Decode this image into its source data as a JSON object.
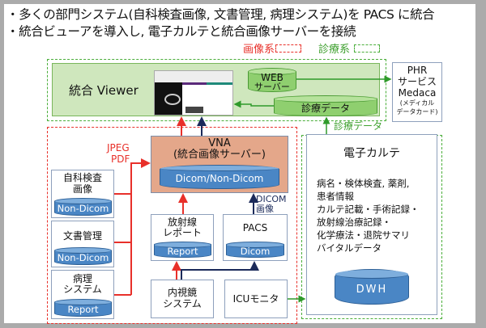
{
  "bullets": [
    "・多くの部門システム(自科検査画像, 文書管理, 病理システム)を PACS に統合",
    "・統合ビューアを導入し, 電子カルテと統合画像サーバーを接続"
  ],
  "legend": {
    "image_system": "画像系",
    "clinical_system": "診療系",
    "image_color": "#e8302a",
    "clinical_color": "#4aae3a"
  },
  "viewer": {
    "title": "統合 Viewer",
    "web_server": [
      "WEB",
      "サーバー"
    ],
    "clinical_data": "診療データ"
  },
  "phr": {
    "lines": [
      "PHR",
      "サービス",
      "Medaca"
    ],
    "sub": [
      "(メディカル",
      "データカード)"
    ]
  },
  "flow_labels": {
    "jpeg_pdf": [
      "JPEG",
      "PDF"
    ],
    "dicom_image": [
      "DICOM",
      "画像"
    ],
    "clinical_data": "診療データ"
  },
  "vna": {
    "title": "VNA",
    "subtitle": "(統合画像サーバー)",
    "storage": "Dicom/Non-Dicom"
  },
  "departments": [
    {
      "name": [
        "自科検査",
        "画像"
      ],
      "storage": "Non-Dicom"
    },
    {
      "name": [
        "文書管理"
      ],
      "storage": "Non-Dicom"
    },
    {
      "name": [
        "病理",
        "システム"
      ],
      "storage": "Report"
    }
  ],
  "radiology_report": {
    "name": [
      "放射線",
      "レポート"
    ],
    "storage": "Report"
  },
  "pacs": {
    "name": "PACS",
    "storage": "Dicom"
  },
  "endoscopy": {
    "name": [
      "内視鏡",
      "システム"
    ]
  },
  "icu": {
    "name": "ICUモニタ"
  },
  "emr": {
    "title": "電子カルテ",
    "lines": [
      "病名・検体検査, 薬剤,",
      "患者情報",
      "カルテ記載・手術記録・",
      "放射線治療記録・",
      "化学療法・退院サマリ",
      "バイタルデータ"
    ],
    "storage": "DWH"
  }
}
